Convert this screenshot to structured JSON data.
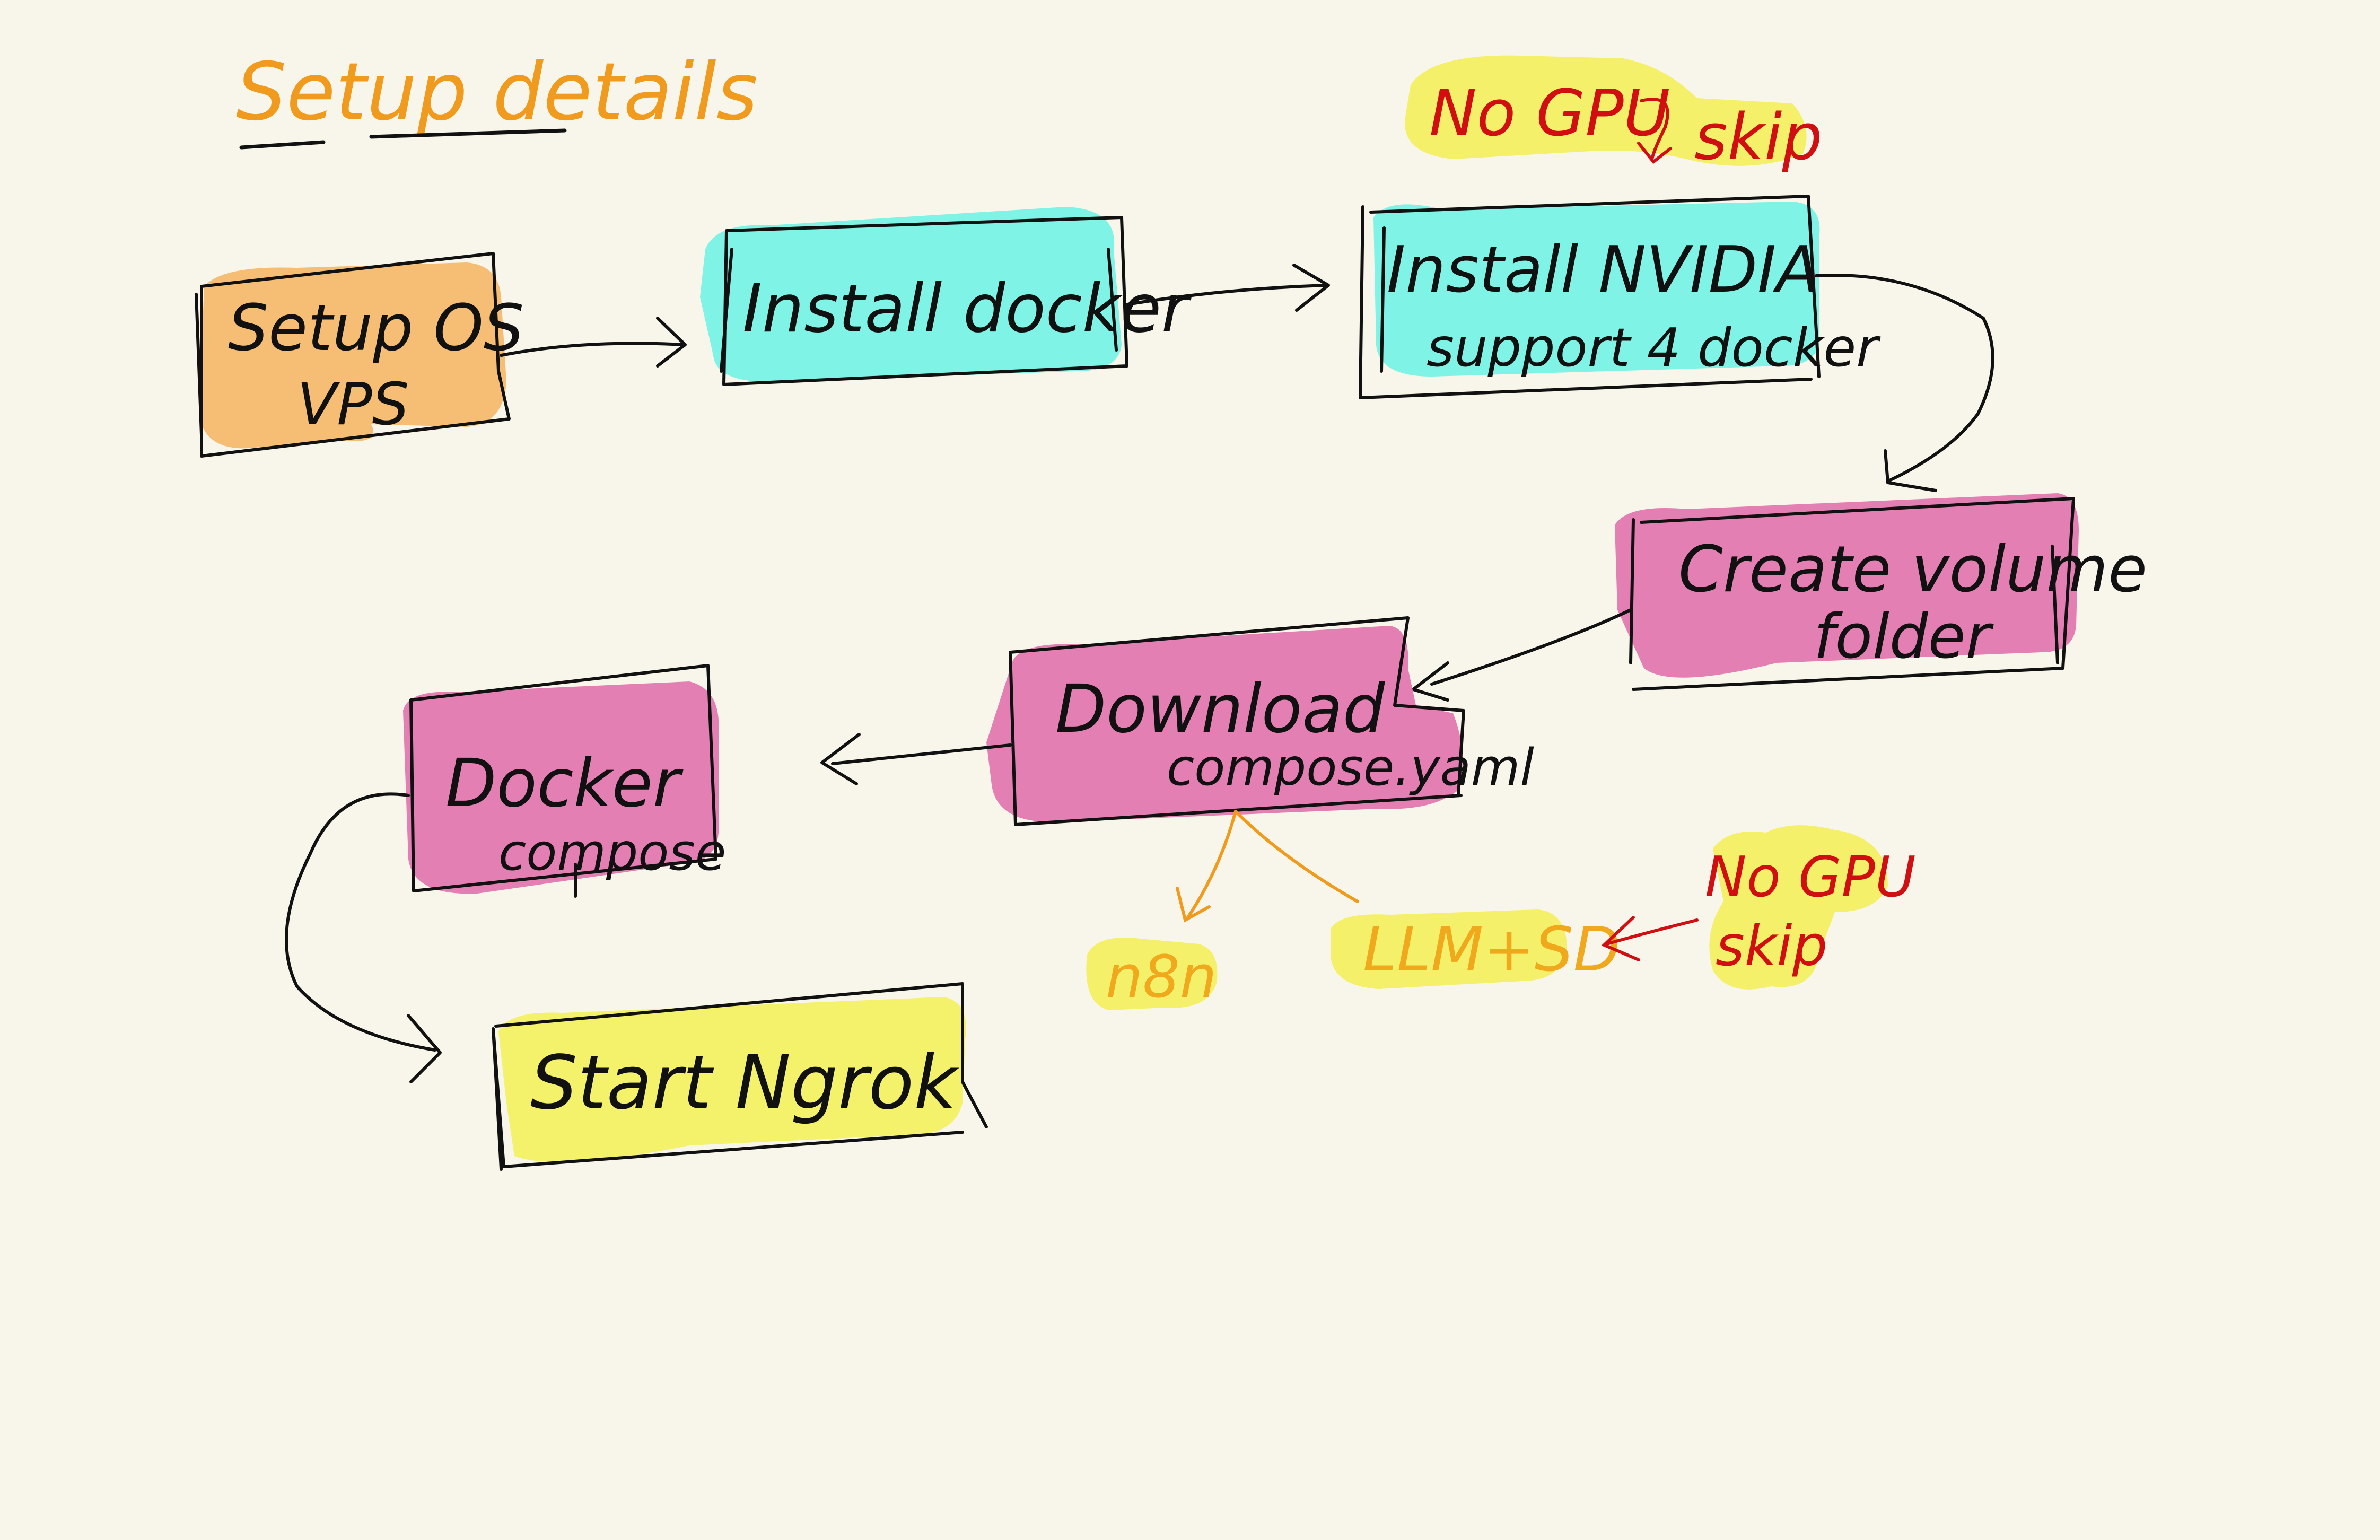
{
  "title": "Setup details",
  "colors": {
    "background": "#f8f6ea",
    "ink": "#111111",
    "title_orange": "#f09a1e",
    "note_red": "#d10f12",
    "highlight_orange": "#f6be74",
    "highlight_cyan": "#7ef3e6",
    "highlight_pink": "#e37fb3",
    "highlight_yellow": "#f4f26a",
    "label_yellow": "#f5f06a",
    "label_text_orange": "#f0a81c"
  },
  "nodes": {
    "setup_os": {
      "line1": "Setup OS",
      "line2": "VPS"
    },
    "install_docker": {
      "line1": "Install docker"
    },
    "install_nvidia": {
      "line1": "Install NVIDIA",
      "line2": "support 4 docker"
    },
    "create_volume": {
      "line1": "Create volume",
      "line2": "folder"
    },
    "download_compose": {
      "line1": "Download",
      "line2": "compose.yaml"
    },
    "docker_compose": {
      "line1": "Docker",
      "line2": "compose"
    },
    "start_ngrok": {
      "line1": "Start Ngrok"
    }
  },
  "notes": {
    "top_no_gpu": "No GPU",
    "top_skip": "skip",
    "bottom_no_gpu": "No GPU",
    "bottom_skip": "skip"
  },
  "labels": {
    "n8n": "n8n",
    "llm_sd": "LLM+SD"
  }
}
